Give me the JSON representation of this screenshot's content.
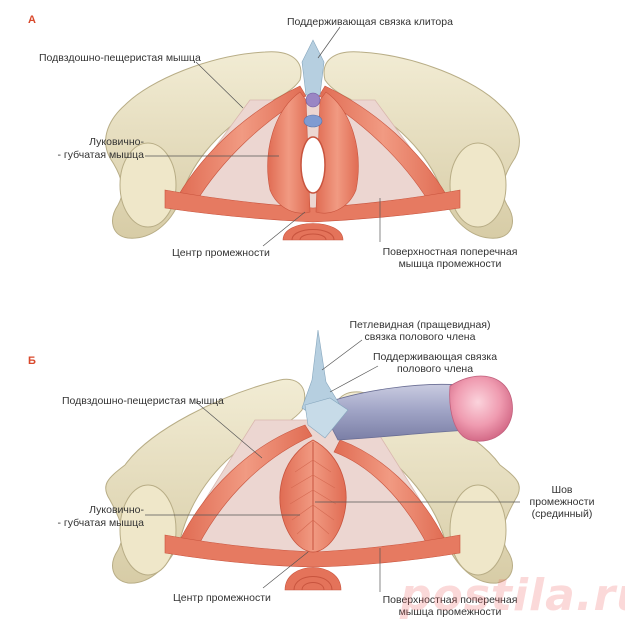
{
  "panel_a": {
    "letter": "А",
    "labels": {
      "suspensory_ligament": "Поддерживающая связка клитора",
      "ischiocavernosus": "Подвздошно-пещеристая мышца",
      "bulbospongiosus_1": "Луковично-",
      "bulbospongiosus_2": "- губчатая мышца",
      "perineal_body": "Центр промежности",
      "transverse_1": "Поверхностная поперечная",
      "transverse_2": "мышца промежности"
    }
  },
  "panel_b": {
    "letter": "Б",
    "labels": {
      "fundiform_1": "Петлевидная (пращевидная)",
      "fundiform_2": "связка полового члена",
      "suspensory_1": "Поддерживающая связка",
      "suspensory_2": "полового члена",
      "ischiocavernosus": "Подвздошно-пещеристая мышца",
      "bulbospongiosus_1": "Луковично-",
      "bulbospongiosus_2": "- губчатая мышца",
      "raphe_1": "Шов",
      "raphe_2": "промежности",
      "raphe_3": "(срединный)",
      "perineal_body": "Центр промежности",
      "transverse_1": "Поверхностная поперечная",
      "transverse_2": "мышца промежности"
    }
  },
  "watermark": "postila.ru",
  "colors": {
    "bone": "#e9e2c6",
    "bone_shadow": "#c9bf9a",
    "muscle": "#e8826a",
    "muscle_dark": "#d05a44",
    "membrane": "#ead3cf",
    "ligament": "#a9c7da",
    "accent": "#d9482b"
  }
}
